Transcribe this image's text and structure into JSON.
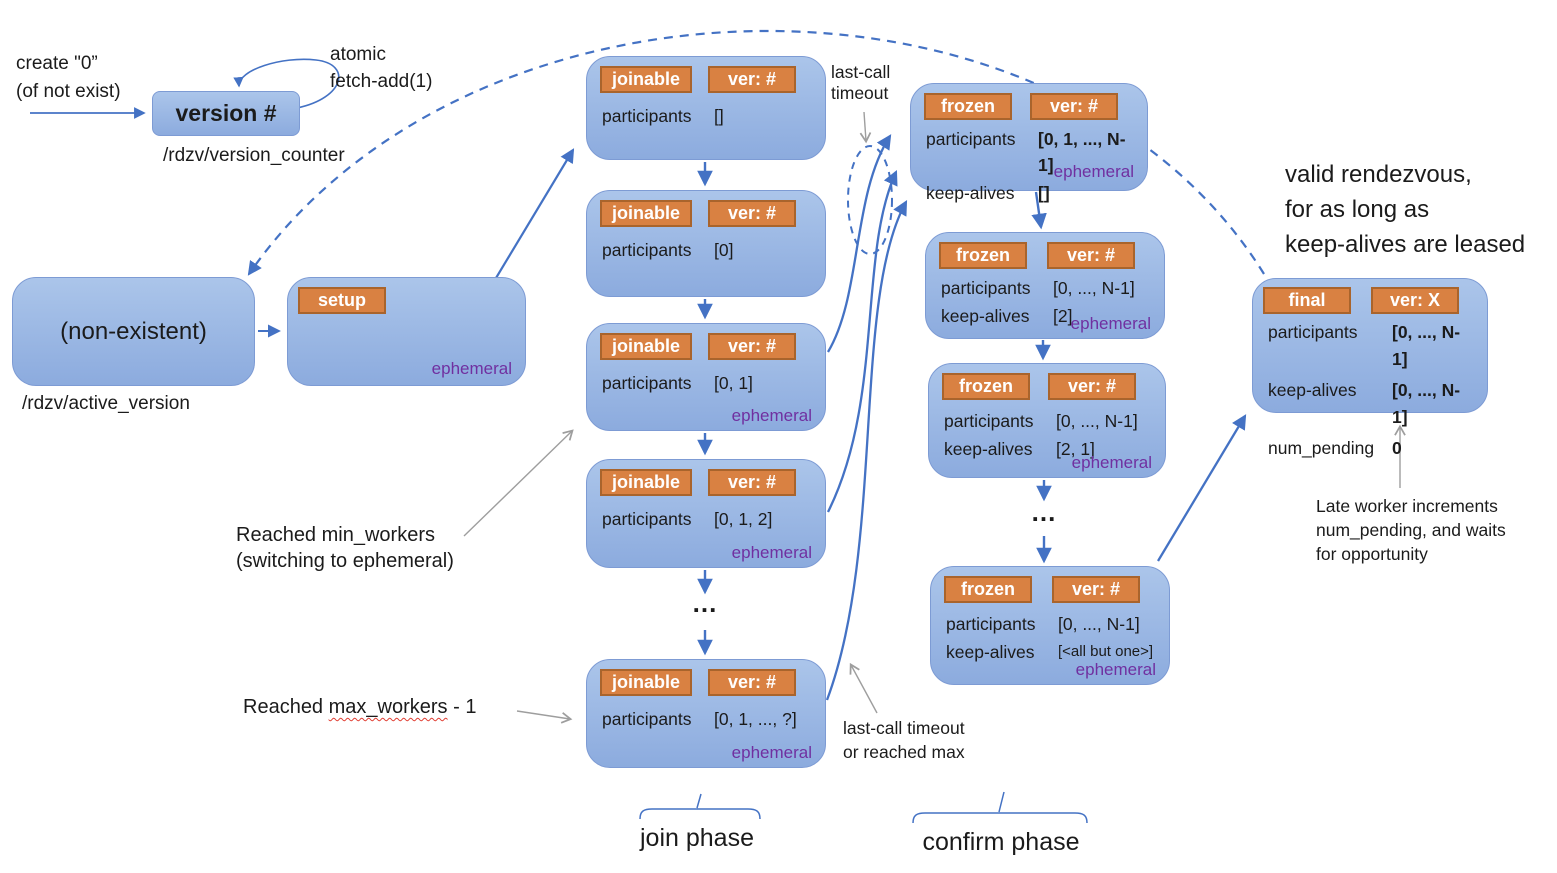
{
  "colors": {
    "node_fill_top": "#abc5ea",
    "node_fill_bottom": "#8cabde",
    "node_border": "#7d9bd4",
    "tag_fill": "#d98142",
    "tag_border": "#a9642c",
    "tag_text": "#ffffff",
    "ephemeral": "#7030a0",
    "arrow_blue": "#4472c4",
    "arrow_gray": "#9e9e9e",
    "text": "#1b1b1b",
    "underline_red": "#e03c31"
  },
  "version_counter": {
    "create_label": [
      "create \"0”",
      "(of not exist)"
    ],
    "node_label": "version #",
    "loop_label": [
      "atomic",
      "fetch-add(1)"
    ],
    "path_label": "/rdzv/version_counter"
  },
  "active_version": {
    "nonexistent_label": "(non-existent)",
    "path_label": "/rdzv/active_version",
    "setup": {
      "tag": "setup",
      "ephemeral": "ephemeral"
    }
  },
  "join_column": {
    "ellipsis": "...",
    "phase_label": "join phase",
    "nodes": [
      {
        "tag": "joinable",
        "ver": "ver: #",
        "field": "participants",
        "value": "[]",
        "ephemeral": ""
      },
      {
        "tag": "joinable",
        "ver": "ver: #",
        "field": "participants",
        "value": "[0]",
        "ephemeral": ""
      },
      {
        "tag": "joinable",
        "ver": "ver: #",
        "field": "participants",
        "value": "[0, 1]",
        "ephemeral": "ephemeral"
      },
      {
        "tag": "joinable",
        "ver": "ver: #",
        "field": "participants",
        "value": "[0, 1, 2]",
        "ephemeral": "ephemeral"
      },
      {
        "tag": "joinable",
        "ver": "ver: #",
        "field": "participants",
        "value": "[0, 1, ..., ?]",
        "ephemeral": "ephemeral"
      }
    ]
  },
  "confirm_column": {
    "ellipsis": "...",
    "phase_label": "confirm phase",
    "nodes": [
      {
        "tag": "frozen",
        "ver": "ver: #",
        "ephemeral": "ephemeral",
        "rows": [
          {
            "field": "participants",
            "value": "[0, 1, ..., N-1]"
          },
          {
            "field": "keep-alives",
            "value": "[]"
          }
        ]
      },
      {
        "tag": "frozen",
        "ver": "ver: #",
        "ephemeral": "ephemeral",
        "rows": [
          {
            "field": "participants",
            "value": "[0, ..., N-1]"
          },
          {
            "field": "keep-alives",
            "value": "[2]"
          }
        ]
      },
      {
        "tag": "frozen",
        "ver": "ver: #",
        "ephemeral": "ephemeral",
        "rows": [
          {
            "field": "participants",
            "value": "[0, ..., N-1]"
          },
          {
            "field": "keep-alives",
            "value": "[2, 1]"
          }
        ]
      },
      {
        "tag": "frozen",
        "ver": "ver: #",
        "ephemeral": "ephemeral",
        "rows": [
          {
            "field": "participants",
            "value": "[0, ..., N-1]"
          },
          {
            "field": "keep-alives",
            "value": "[<all but one>]"
          }
        ]
      }
    ]
  },
  "final_node": {
    "tag": "final",
    "ver": "ver: X",
    "rows": [
      {
        "field": "participants",
        "value": "[0, ..., N-1]"
      },
      {
        "field": "keep-alives",
        "value": "[0, ..., N-1]"
      },
      {
        "field": "num_pending",
        "value": "0"
      }
    ]
  },
  "annotations": {
    "last_call_top": [
      "last-call",
      "timeout"
    ],
    "reached_min": [
      "Reached min_workers",
      "(switching to ephemeral)"
    ],
    "reached_max_prefix": "Reached ",
    "reached_max_underlined": "max_workers",
    "reached_max_suffix": " - 1",
    "last_call_bottom": [
      "last-call timeout",
      "or reached max"
    ],
    "valid_rendezvous": [
      "valid rendezvous,",
      "for as long as",
      "keep-alives are leased"
    ],
    "late_worker": [
      "Late worker increments",
      "num_pending, and waits",
      "for opportunity"
    ]
  }
}
